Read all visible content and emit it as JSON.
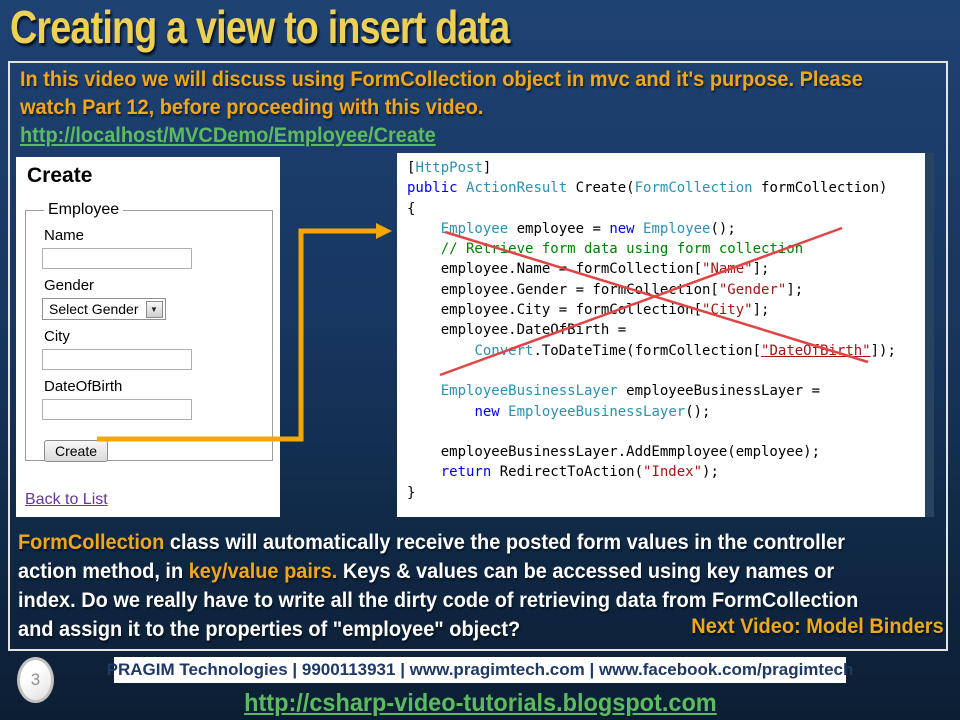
{
  "slide": {
    "title": "Creating a view to insert data"
  },
  "intro": {
    "lines": [
      [
        {
          "t": "In this video we will discuss using FormCollection object in mvc and it's purpose. Please",
          "c": "hl"
        }
      ],
      [
        {
          "t": "watch Part 12, before proceeding with this video.",
          "c": "hl"
        }
      ]
    ],
    "link": "http://localhost/MVCDemo/Employee/Create"
  },
  "form_panel": {
    "heading": "Create",
    "fieldset_legend": "Employee",
    "fields": [
      {
        "label": "Name",
        "type": "text",
        "value": ""
      },
      {
        "label": "Gender",
        "type": "select",
        "value": "Select Gender"
      },
      {
        "label": "City",
        "type": "text",
        "value": ""
      },
      {
        "label": "DateOfBirth",
        "type": "text",
        "value": ""
      }
    ],
    "submit_label": "Create",
    "back_link": "Back to List"
  },
  "code_panel": {
    "lines": [
      [
        {
          "t": "[",
          "c": "pl"
        },
        {
          "t": "HttpPost",
          "c": "ty"
        },
        {
          "t": "]",
          "c": "pl"
        }
      ],
      [
        {
          "t": "public",
          "c": "kw"
        },
        {
          "t": " ",
          "c": "pl"
        },
        {
          "t": "ActionResult",
          "c": "ty"
        },
        {
          "t": " Create(",
          "c": "pl"
        },
        {
          "t": "FormCollection",
          "c": "ty"
        },
        {
          "t": " formCollection)",
          "c": "pl"
        }
      ],
      [
        {
          "t": "{",
          "c": "pl"
        }
      ],
      [
        {
          "t": "    ",
          "c": "pl"
        },
        {
          "t": "Employee",
          "c": "ty"
        },
        {
          "t": " employee = ",
          "c": "pl"
        },
        {
          "t": "new",
          "c": "kw"
        },
        {
          "t": " ",
          "c": "pl"
        },
        {
          "t": "Employee",
          "c": "ty"
        },
        {
          "t": "();",
          "c": "pl"
        }
      ],
      [
        {
          "t": "    ",
          "c": "pl"
        },
        {
          "t": "// Retrieve form data using form collection",
          "c": "com"
        }
      ],
      [
        {
          "t": "    employee.Name = formCollection[",
          "c": "pl"
        },
        {
          "t": "\"Name\"",
          "c": "str"
        },
        {
          "t": "];",
          "c": "pl"
        }
      ],
      [
        {
          "t": "    employee.Gender = formCollection[",
          "c": "pl"
        },
        {
          "t": "\"Gender\"",
          "c": "str"
        },
        {
          "t": "];",
          "c": "pl"
        }
      ],
      [
        {
          "t": "    employee.City = formCollection[",
          "c": "pl"
        },
        {
          "t": "\"City\"",
          "c": "str"
        },
        {
          "t": "];",
          "c": "pl"
        }
      ],
      [
        {
          "t": "    employee.DateOfBirth =",
          "c": "pl"
        }
      ],
      [
        {
          "t": "        ",
          "c": "pl"
        },
        {
          "t": "Convert",
          "c": "ty"
        },
        {
          "t": ".ToDateTime(formCollection[",
          "c": "pl"
        },
        {
          "t": "\"DateOfBirth\"",
          "c": "stru"
        },
        {
          "t": "]);",
          "c": "pl"
        }
      ],
      [],
      [
        {
          "t": "    ",
          "c": "pl"
        },
        {
          "t": "EmployeeBusinessLayer",
          "c": "ty"
        },
        {
          "t": " employeeBusinessLayer =",
          "c": "pl"
        }
      ],
      [
        {
          "t": "        ",
          "c": "pl"
        },
        {
          "t": "new",
          "c": "kw"
        },
        {
          "t": " ",
          "c": "pl"
        },
        {
          "t": "EmployeeBusinessLayer",
          "c": "ty"
        },
        {
          "t": "();",
          "c": "pl"
        }
      ],
      [],
      [
        {
          "t": "    employeeBusinessLayer.AddEmmployee(employee);",
          "c": "pl"
        }
      ],
      [
        {
          "t": "    ",
          "c": "pl"
        },
        {
          "t": "return",
          "c": "kw"
        },
        {
          "t": " RedirectToAction(",
          "c": "pl"
        },
        {
          "t": "\"Index\"",
          "c": "str"
        },
        {
          "t": ");",
          "c": "pl"
        }
      ],
      [
        {
          "t": "}",
          "c": "pl"
        }
      ]
    ]
  },
  "bottom": {
    "lines": [
      [
        {
          "t": "FormCollection ",
          "c": "hl"
        },
        {
          "t": "class will automatically receive the posted form values in the controller",
          "c": "w"
        }
      ],
      [
        {
          "t": "action method, in ",
          "c": "w"
        },
        {
          "t": "key/value pairs.",
          "c": "hl"
        },
        {
          "t": " Keys & values can be accessed using key names or",
          "c": "w"
        }
      ],
      [
        {
          "t": "index. Do we really have to write all the dirty code of retrieving data from FormCollection",
          "c": "w"
        }
      ],
      [
        {
          "t": "and assign it to the properties of \"employee\" object?",
          "c": "w"
        }
      ]
    ],
    "next_video": "Next Video: Model Binders"
  },
  "footer": {
    "page_number": "3",
    "company_bar": "PRAGIM Technologies | 9900113931 | www.pragimtech.com | www.facebook.com/pragimtech",
    "blog_link": "http://csharp-video-tutorials.blogspot.com"
  },
  "colors": {
    "background_top": "#1E4273",
    "background_bottom": "#0C1E33",
    "title_gold": "#EDD054",
    "accent_orange": "#F2A71B",
    "link_green": "#5CBB5F",
    "visited_purple": "#663399",
    "arrow_gold": "#F2A800",
    "cross_red": "#E04545",
    "keyword_blue": "#0000EE",
    "type_teal": "#2B91AF",
    "string_maroon": "#A31515",
    "comment_green": "#008000",
    "bar_navy": "#1F3864"
  }
}
